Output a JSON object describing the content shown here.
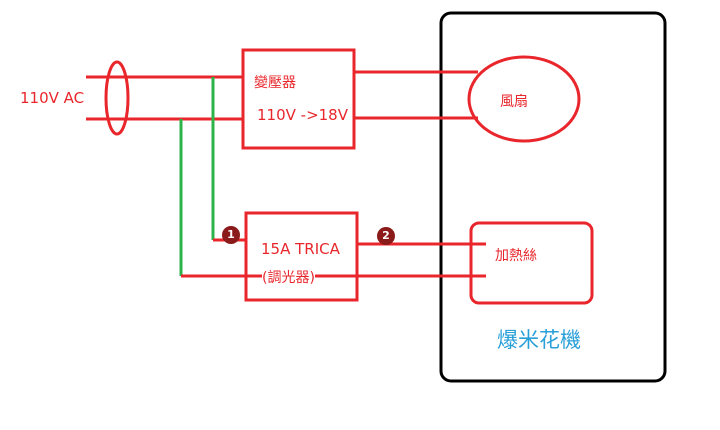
{
  "diagram": {
    "source_label": "110V AC",
    "transformer": {
      "title": "變壓器",
      "spec": "110V ->18V"
    },
    "dimmer": {
      "title": "15A TRICA",
      "subtitle": "(調光器)"
    },
    "fan": {
      "label": "風扇"
    },
    "heater": {
      "label": "加熱絲"
    },
    "machine": {
      "label": "爆米花機"
    },
    "markers": [
      "1",
      "2"
    ],
    "colors": {
      "wire": "#e8262b",
      "ground_wire": "#2cb34a",
      "machine_border": "#000000",
      "machine_label": "#2aa0d8",
      "marker_fill": "#8b1a1a"
    }
  }
}
